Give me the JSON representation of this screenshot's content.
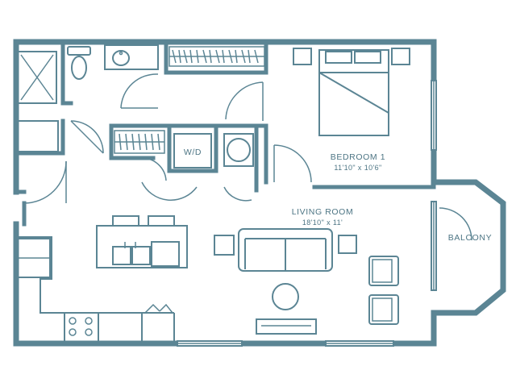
{
  "colors": {
    "wall": "#5b8594",
    "background": "#ffffff"
  },
  "rooms": {
    "bedroom": {
      "label": "BEDROOM 1",
      "dimensions": "11'10\" x 10'6\""
    },
    "living": {
      "label": "LIVING ROOM",
      "dimensions": "18'10\" x 11'"
    },
    "balcony": {
      "label": "BALCONY"
    },
    "laundry": {
      "label": "W/D"
    }
  }
}
